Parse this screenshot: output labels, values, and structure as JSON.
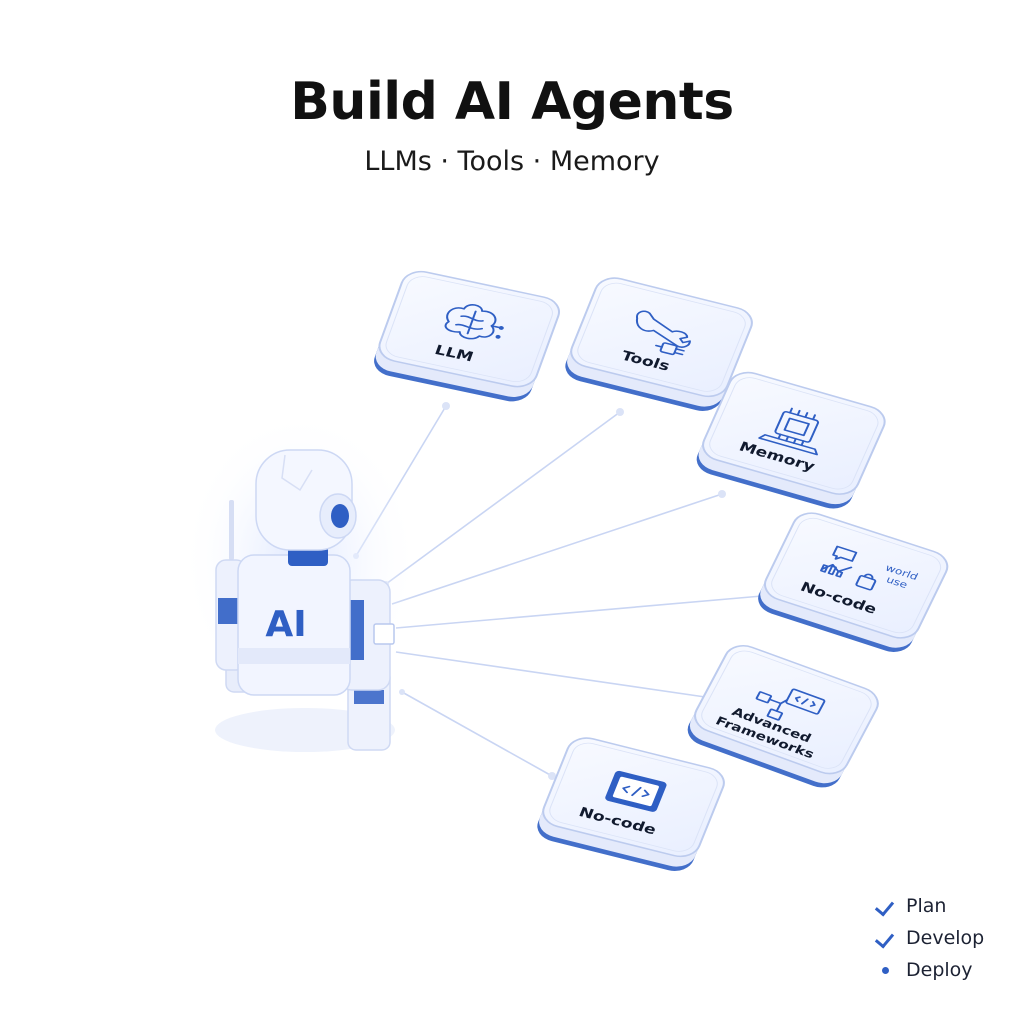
{
  "header": {
    "title": "Build AI Agents",
    "subtitle": "LLMs · Tools · Memory"
  },
  "robot": {
    "label": "AI"
  },
  "tiles": [
    {
      "id": "llm",
      "label": "LLM",
      "icon": "brain-icon"
    },
    {
      "id": "tools",
      "label": "Tools",
      "icon": "wrench-plug-icon"
    },
    {
      "id": "memory",
      "label": "Memory",
      "icon": "chip-icon"
    },
    {
      "id": "nocode-top",
      "label": "No-code",
      "icon": "dashboard-icon",
      "extra": [
        "world",
        "use"
      ]
    },
    {
      "id": "frameworks",
      "label": [
        "Advanced",
        "Frameworks"
      ],
      "icon": "flowchart-icon"
    },
    {
      "id": "nocode-bottom",
      "label": "No-code",
      "icon": "code-window-icon"
    }
  ],
  "legend": [
    {
      "label": "Plan",
      "status": "check"
    },
    {
      "label": "Develop",
      "status": "check"
    },
    {
      "label": "Deploy",
      "status": "dot"
    }
  ],
  "colors": {
    "accent": "#2f5fc4",
    "tile_top": "#f4f7ff",
    "tile_side": "#e2e9fb",
    "line": "#c7d3f2"
  }
}
